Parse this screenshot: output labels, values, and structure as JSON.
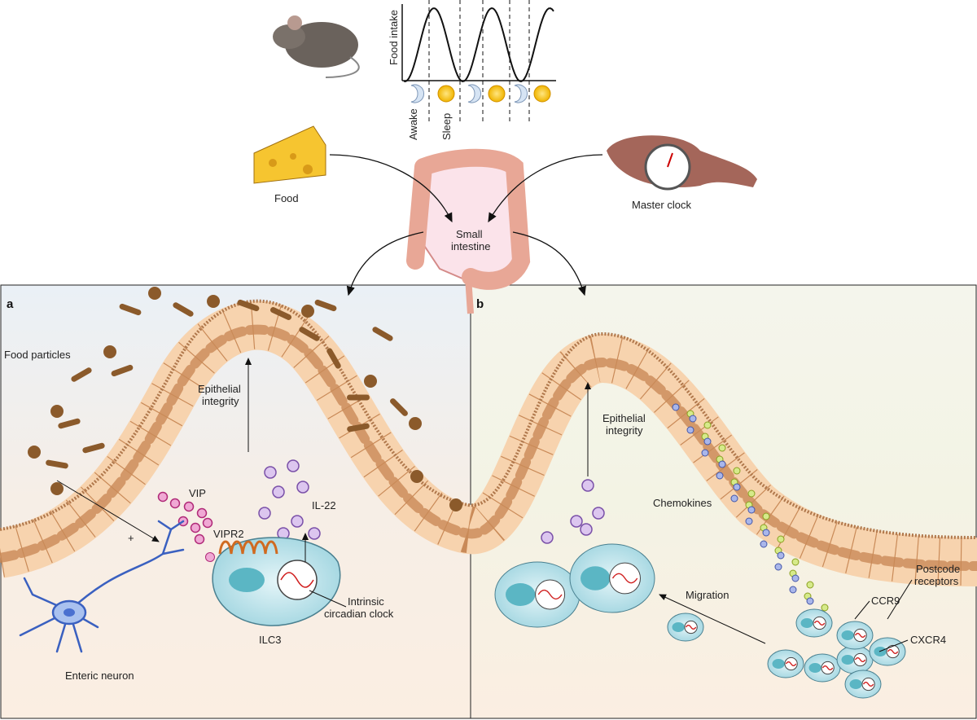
{
  "top": {
    "chart_ylabel": "Food intake",
    "awake_label": "Awake",
    "sleep_label": "Sleep",
    "food_label": "Food",
    "master_clock_label": "Master clock",
    "intestine_label_line1": "Small",
    "intestine_label_line2": "intestine"
  },
  "panel_a": {
    "letter": "a",
    "food_particles": "Food particles",
    "epithelial_line1": "Epithelial",
    "epithelial_line2": "integrity",
    "vip": "VIP",
    "plus": "+",
    "il22": "IL-22",
    "vipr2": "VIPR2",
    "clock_line1": "Intrinsic",
    "clock_line2": "circadian clock",
    "ilc3": "ILC3",
    "enteric_neuron": "Enteric neuron"
  },
  "panel_b": {
    "letter": "b",
    "epithelial_line1": "Epithelial",
    "epithelial_line2": "integrity",
    "chemokines": "Chemokines",
    "migration": "Migration",
    "ccr9": "CCR9",
    "postcode_line1": "Postcode",
    "postcode_line2": "receptors",
    "cxcr4": "CXCR4"
  },
  "colors": {
    "particle": "#8b5a2b",
    "epithelium": "#f7d3ae",
    "nucleus": "#c98a58",
    "cell": "#cfeaf0",
    "il22": "#c9a7e0",
    "vip": "#e05aa8",
    "neuron": "#3a60c0",
    "panel_a_bg": "#eef2f6",
    "panel_b_bg": "#eef3e6"
  }
}
